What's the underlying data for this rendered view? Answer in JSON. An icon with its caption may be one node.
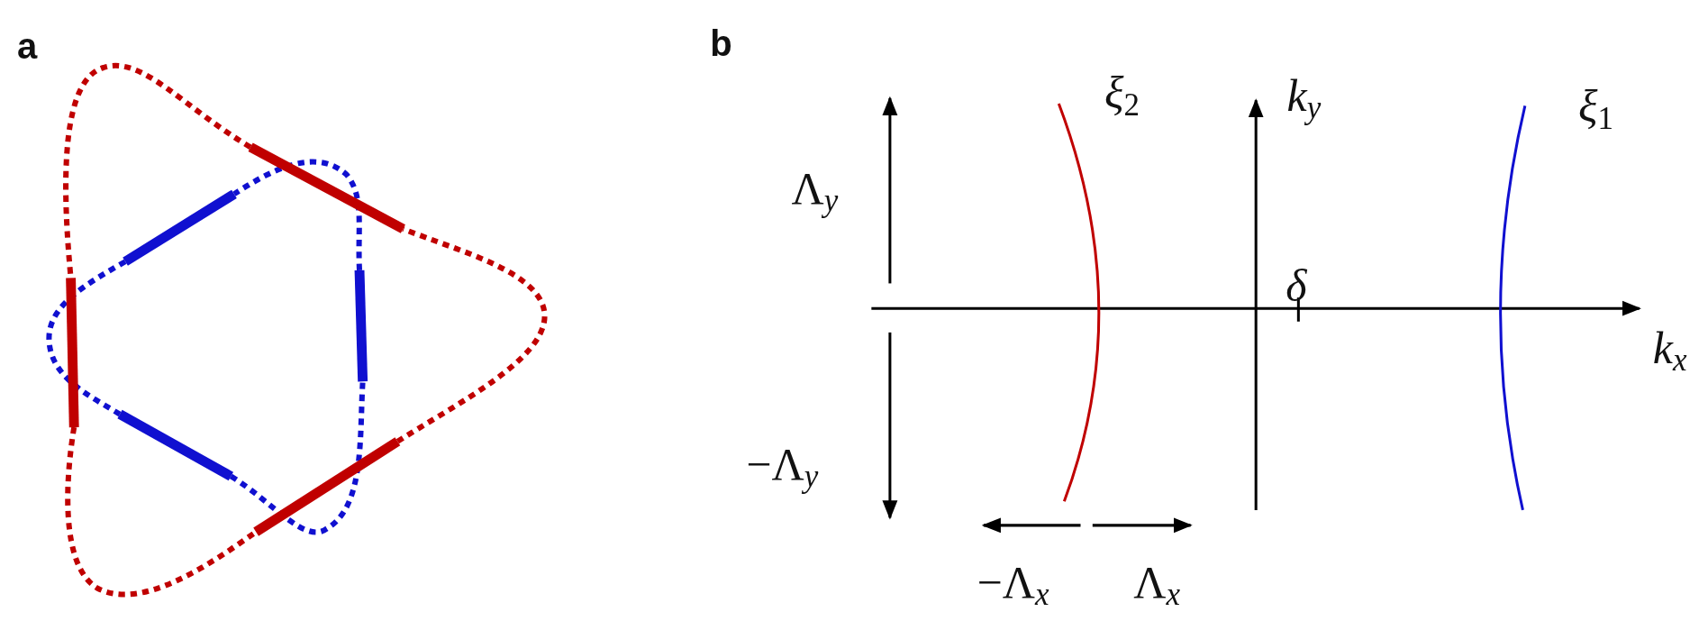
{
  "diagram": {
    "labels": [
      "a",
      "b",
      "*ξ*$_{2}$",
      "*k*$_{y}$",
      "*ξ*$_{1}$",
      "Λ$_{y}$",
      "*δ*",
      "*k*$_{x}$",
      "−Λ$_{y}$",
      "−Λ$_{x}$",
      "Λ$_{x}$"
    ]
  }
}
